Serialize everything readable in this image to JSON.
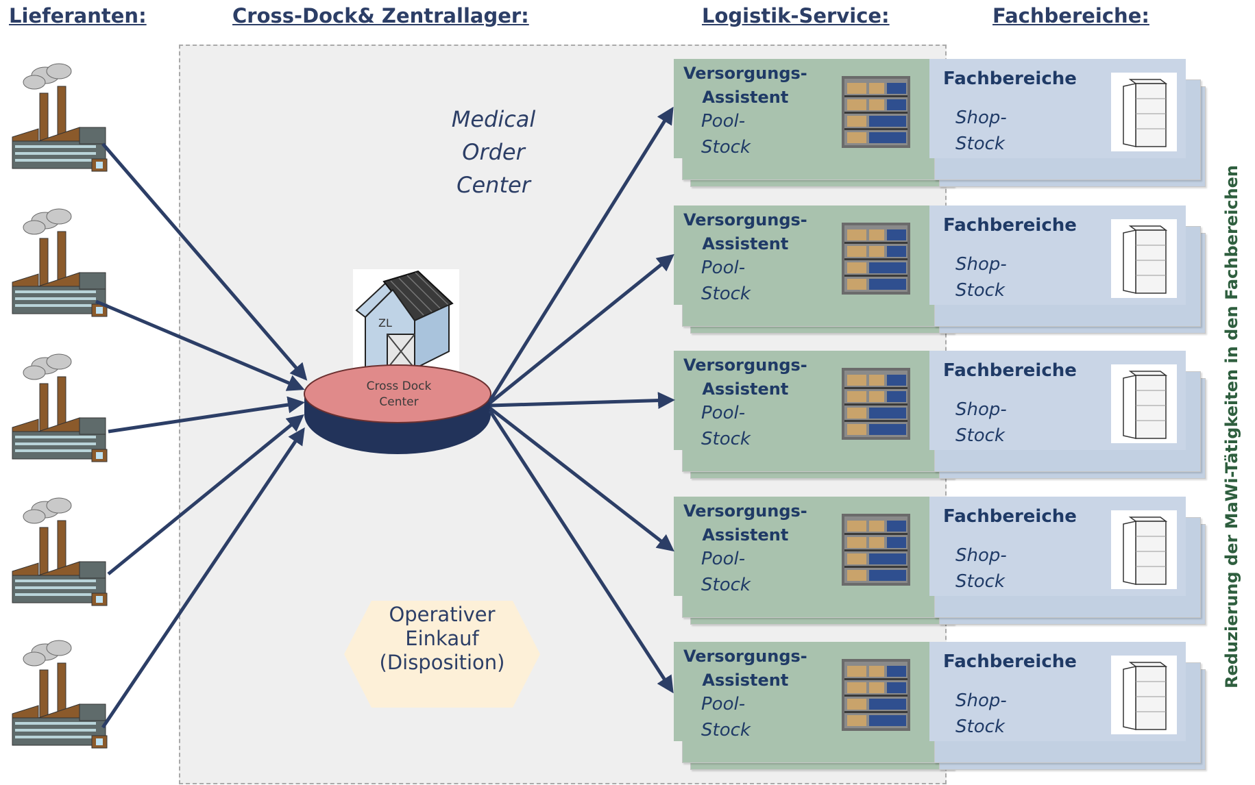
{
  "headers": {
    "lieferanten": "Lieferanten:",
    "crossdock": "Cross-Dock& Zentrallager:",
    "logistik": "Logistik-Service:",
    "fachbereiche": "Fachbereiche:"
  },
  "center": {
    "title": "Medical\nOrder\nCenter",
    "zl_label": "ZL",
    "cross_dock_label": "Cross Dock\nCenter",
    "operativer": "Operativer\nEinkauf\n(Disposition)"
  },
  "side_note": "Reduzierung der MaWi-Tätigkeiten in den Fachbereichen",
  "suppliers": [
    {
      "icon": "factory-icon"
    },
    {
      "icon": "factory-icon"
    },
    {
      "icon": "factory-icon"
    },
    {
      "icon": "factory-icon"
    },
    {
      "icon": "factory-icon"
    }
  ],
  "rows": [
    {
      "versorgung": "Versorgungs-\nAssistent",
      "pool": "Pool-\nStock",
      "fachbereich": "Fachbereiche",
      "shop": "Shop-\nStock"
    },
    {
      "versorgung": "Versorgungs-\nAssistent",
      "pool": "Pool-\nStock",
      "fachbereich": "Fachbereiche",
      "shop": "Shop-\nStock"
    },
    {
      "versorgung": "Versorgungs-\nAssistent",
      "pool": "Pool-\nStock",
      "fachbereich": "Fachbereiche",
      "shop": "Shop-\nStock"
    },
    {
      "versorgung": "Versorgungs-\nAssistent",
      "pool": "Pool-\nStock",
      "fachbereich": "Fachbereiche",
      "shop": "Shop-\nStock"
    },
    {
      "versorgung": "Versorgungs-\nAssistent",
      "pool": "Pool-\nStock",
      "fachbereich": "Fachbereiche",
      "shop": "Shop-\nStock"
    }
  ],
  "colors": {
    "header": "#2c3e66",
    "arrow": "#2c3e66",
    "green_box": "#a9c2ae",
    "blue_box": "#c9d5e6",
    "cross_dock_disk": "#e08a8a",
    "operativer_hex": "#fdf0d8"
  }
}
